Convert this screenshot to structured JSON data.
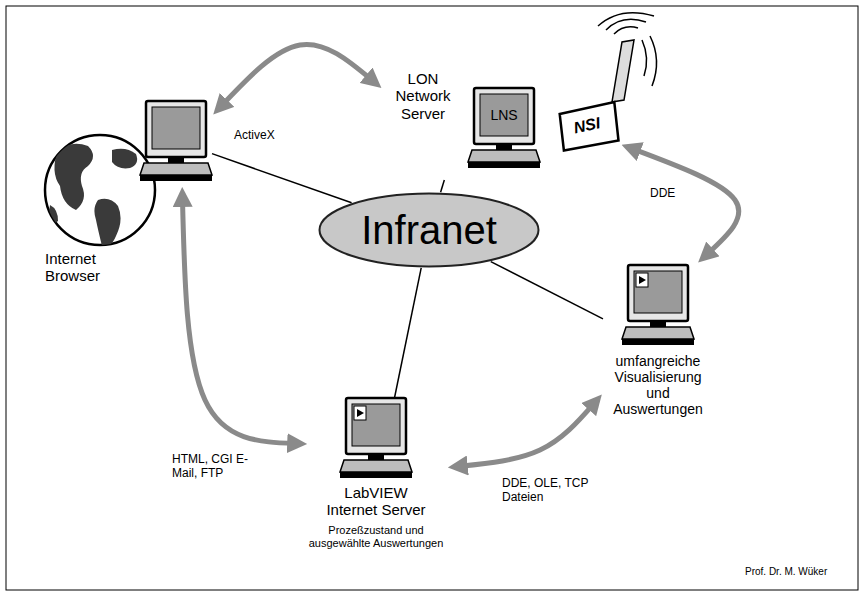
{
  "diagram": {
    "nodes": [
      {
        "text": [
          "Infranet"
        ]
      },
      {
        "text": [
          "LNS",
          "LON Network Server"
        ]
      },
      {
        "text": [
          "NSI"
        ]
      },
      {
        "text": [
          "Internet Browser"
        ]
      },
      {
        "text": [
          "umfangreiche Visualisierung und Auswertungen"
        ]
      },
      {
        "text": [
          "LabVIEW Internet Server",
          "Prozeßzustand und ausgewählte Auswertungen"
        ]
      }
    ],
    "edges": [
      {
        "from": 1,
        "to": 0,
        "arrow": "none"
      },
      {
        "from": 3,
        "to": 0,
        "arrow": "none"
      },
      {
        "from": 4,
        "to": 0,
        "arrow": "none"
      },
      {
        "from": 5,
        "to": 0,
        "arrow": "none"
      },
      {
        "from": 3,
        "to": 1,
        "arrow": "both",
        "label": "ActiveX"
      },
      {
        "from": 4,
        "to": 2,
        "arrow": "both",
        "label": "DDE"
      },
      {
        "from": 3,
        "to": 5,
        "arrow": "both",
        "label": "HTML, CGI E-Mail, FTP"
      },
      {
        "from": 5,
        "to": 4,
        "arrow": "both",
        "label": "DDE, OLE, TCP Dateien"
      }
    ],
    "labels": [
      "Prof. Dr. M. Wüker"
    ]
  }
}
